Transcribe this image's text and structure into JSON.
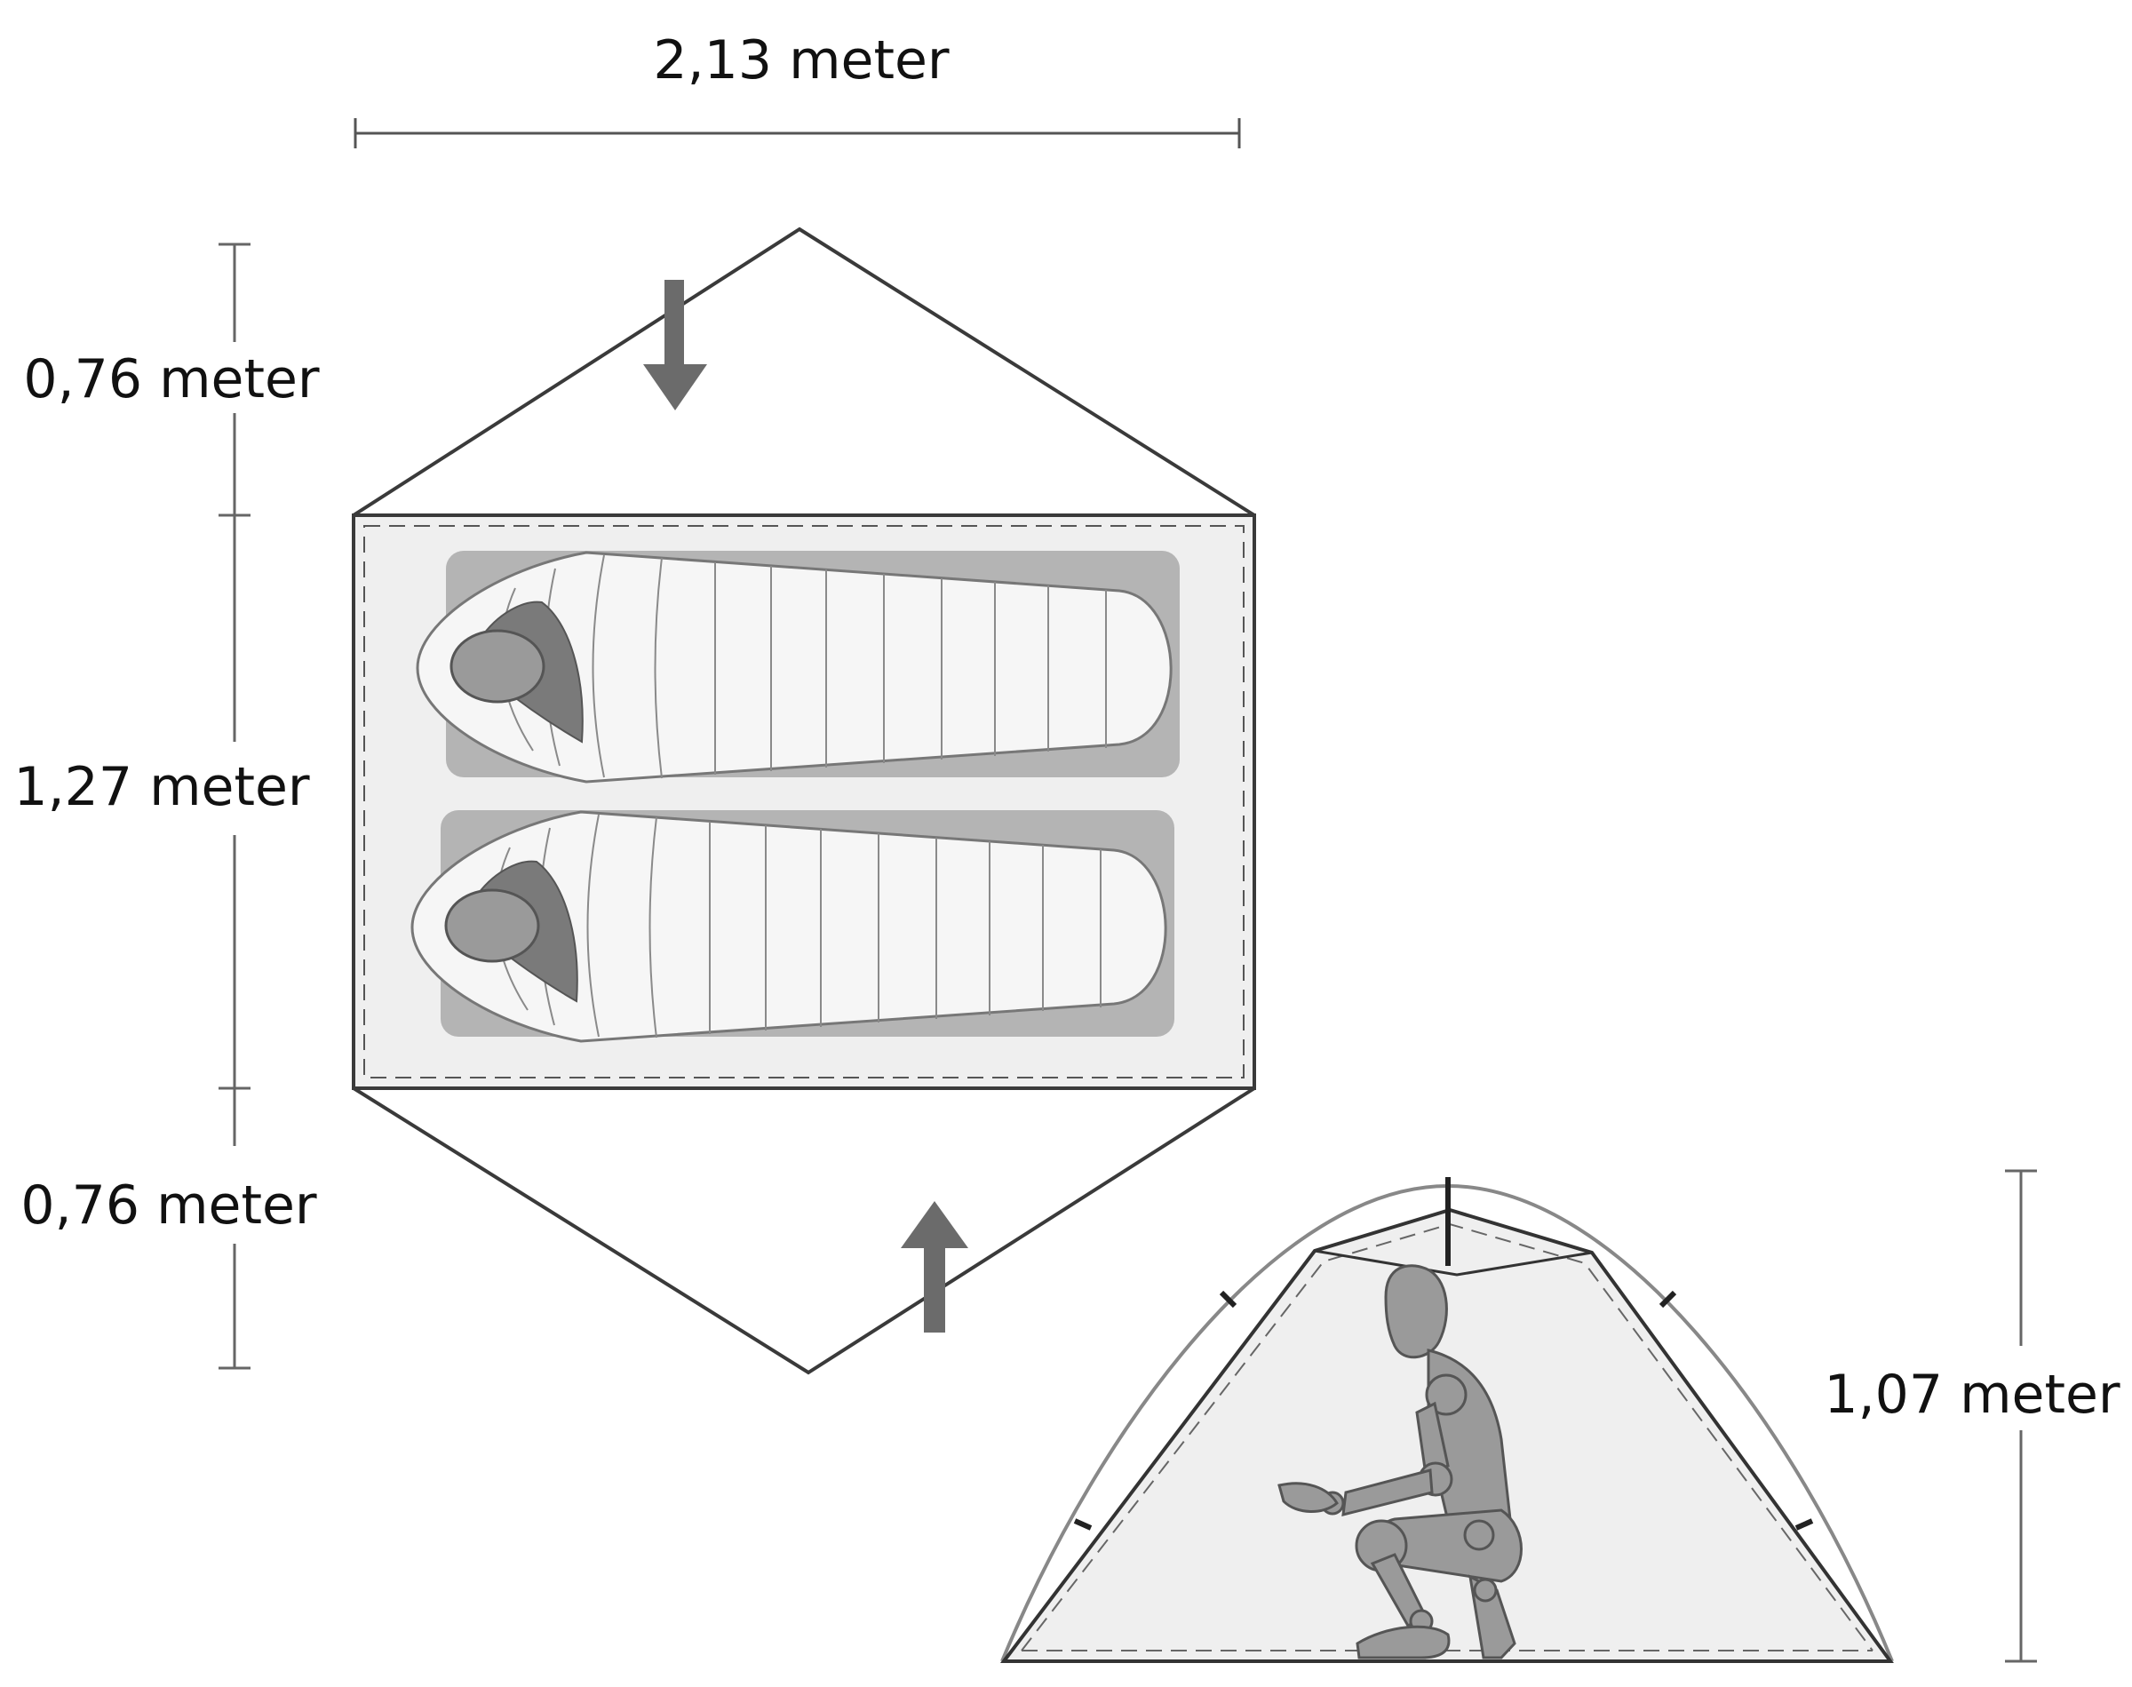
{
  "dimensions": {
    "length": "2,13 meter",
    "vestibule_top": "0,76 meter",
    "width": "1,27 meter",
    "vestibule_bottom": "0,76 meter",
    "height": "1,07 meter"
  },
  "colors": {
    "outline": "#3a3a3a",
    "floor": "#efefef",
    "pad": "#b4b4b4",
    "bag": "#f6f6f6",
    "arrow": "#6b6b6b",
    "figure": "#9a9a9a",
    "hood": "#7a7a7a"
  },
  "icons": {
    "entry_arrow": "arrow-down-icon",
    "exit_arrow": "arrow-up-icon",
    "person": "person-figure-icon"
  }
}
